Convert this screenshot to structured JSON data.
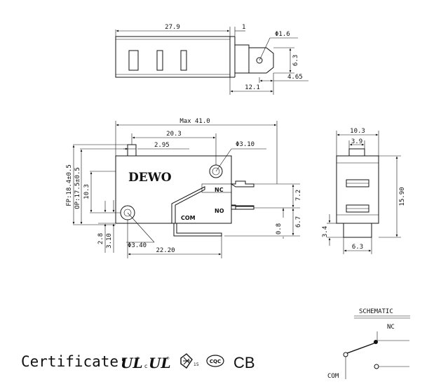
{
  "top_view": {
    "dims": {
      "length": "27.9",
      "gap": "1",
      "hole": "Φ1.6",
      "tab_height": "6.3",
      "tab_len": "4.65",
      "overhang": "12.1"
    }
  },
  "front_view": {
    "brand": "DEWO",
    "dims": {
      "max_len": "Max 41.0",
      "mount_x": "20.3",
      "plunger_x": "2.95",
      "hole_top": "Φ3.10",
      "hole_bottom": "Φ3.40",
      "fp": "FP:18.4±0.5",
      "op": "OP:17.5±0.5",
      "h_10_3": "10.3",
      "d_2_8": "2.8",
      "d_3_10": "3.10",
      "d_22_20": "22.20",
      "d_7_2": "7.2",
      "d_6_7": "6.7",
      "d_0_8": "0.8"
    },
    "terminals": {
      "nc": "NC",
      "no": "NO",
      "com": "COM"
    }
  },
  "side_view": {
    "dims": {
      "width": "10.3",
      "plunger_w": "3.9",
      "height": "15.90",
      "bottom_w": "6.3",
      "offset": "3.4"
    }
  },
  "schematic": {
    "title": "SCHEMATIC",
    "nc": "NC",
    "com": "COM"
  },
  "certificate": {
    "label": "Certificate:",
    "marks": [
      "UL",
      "cUL",
      "ENEC 15",
      "CQC",
      "CB"
    ],
    "cb_text": "CB",
    "cqc_text": "CQC",
    "enec_num": "15"
  }
}
